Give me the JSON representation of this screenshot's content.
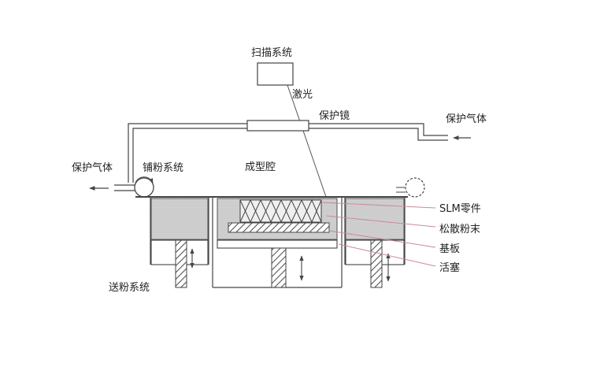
{
  "labels": {
    "scan_system": "扫描系统",
    "laser": "激光",
    "protective_lens": "保护镜",
    "shield_gas_right": "保护气体",
    "shield_gas_left": "保护气体",
    "recoater_system": "铺粉系统",
    "build_chamber": "成型腔",
    "slm_part": "SLM零件",
    "loose_powder": "松散粉末",
    "substrate": "基板",
    "piston": "活塞",
    "powder_feed_system": "送粉系统"
  },
  "colors": {
    "line": "#444444",
    "powder": "#d9d9d9",
    "hatch": "#555555",
    "leader": "#c98a95",
    "laser_beam": "#555555"
  }
}
